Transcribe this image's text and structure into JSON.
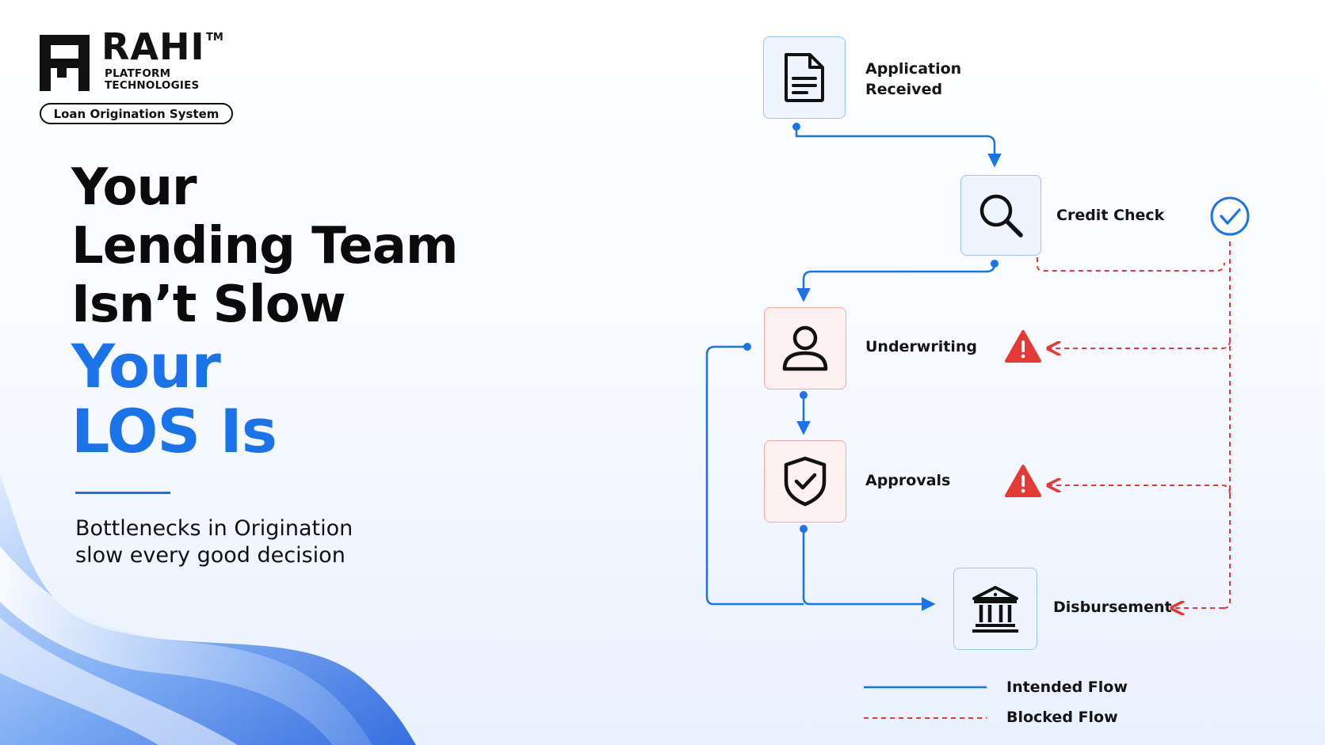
{
  "brand": {
    "name": "RAHI",
    "trademark": "TM",
    "sub_line1": "PLATFORM",
    "sub_line2": "TECHNOLOGIES",
    "badge": "Loan Origination System"
  },
  "headline": {
    "line1": "Your",
    "line2": "Lending Team",
    "line3": "Isn’t Slow",
    "line4": "Your",
    "line5": "LOS Is"
  },
  "tagline": {
    "line1": "Bottlenecks in Origination",
    "line2": "slow every good decision"
  },
  "steps": [
    {
      "label_line1": "Application",
      "label_line2": "Received",
      "icon": "document-icon",
      "status": "normal"
    },
    {
      "label_line1": "Credit Check",
      "label_line2": "",
      "icon": "magnifier-icon",
      "status": "passed"
    },
    {
      "label_line1": "Underwriting",
      "label_line2": "",
      "icon": "person-icon",
      "status": "warning"
    },
    {
      "label_line1": "Approvals",
      "label_line2": "",
      "icon": "shield-check-icon",
      "status": "warning"
    },
    {
      "label_line1": "Disbursement",
      "label_line2": "",
      "icon": "bank-icon",
      "status": "normal"
    }
  ],
  "legend": {
    "intended": "Intended Flow",
    "blocked": "Blocked Flow"
  },
  "colors": {
    "intended": "#1a73e8",
    "blocked": "#e53935",
    "warning": "#e53935",
    "check": "#1a73e8"
  }
}
